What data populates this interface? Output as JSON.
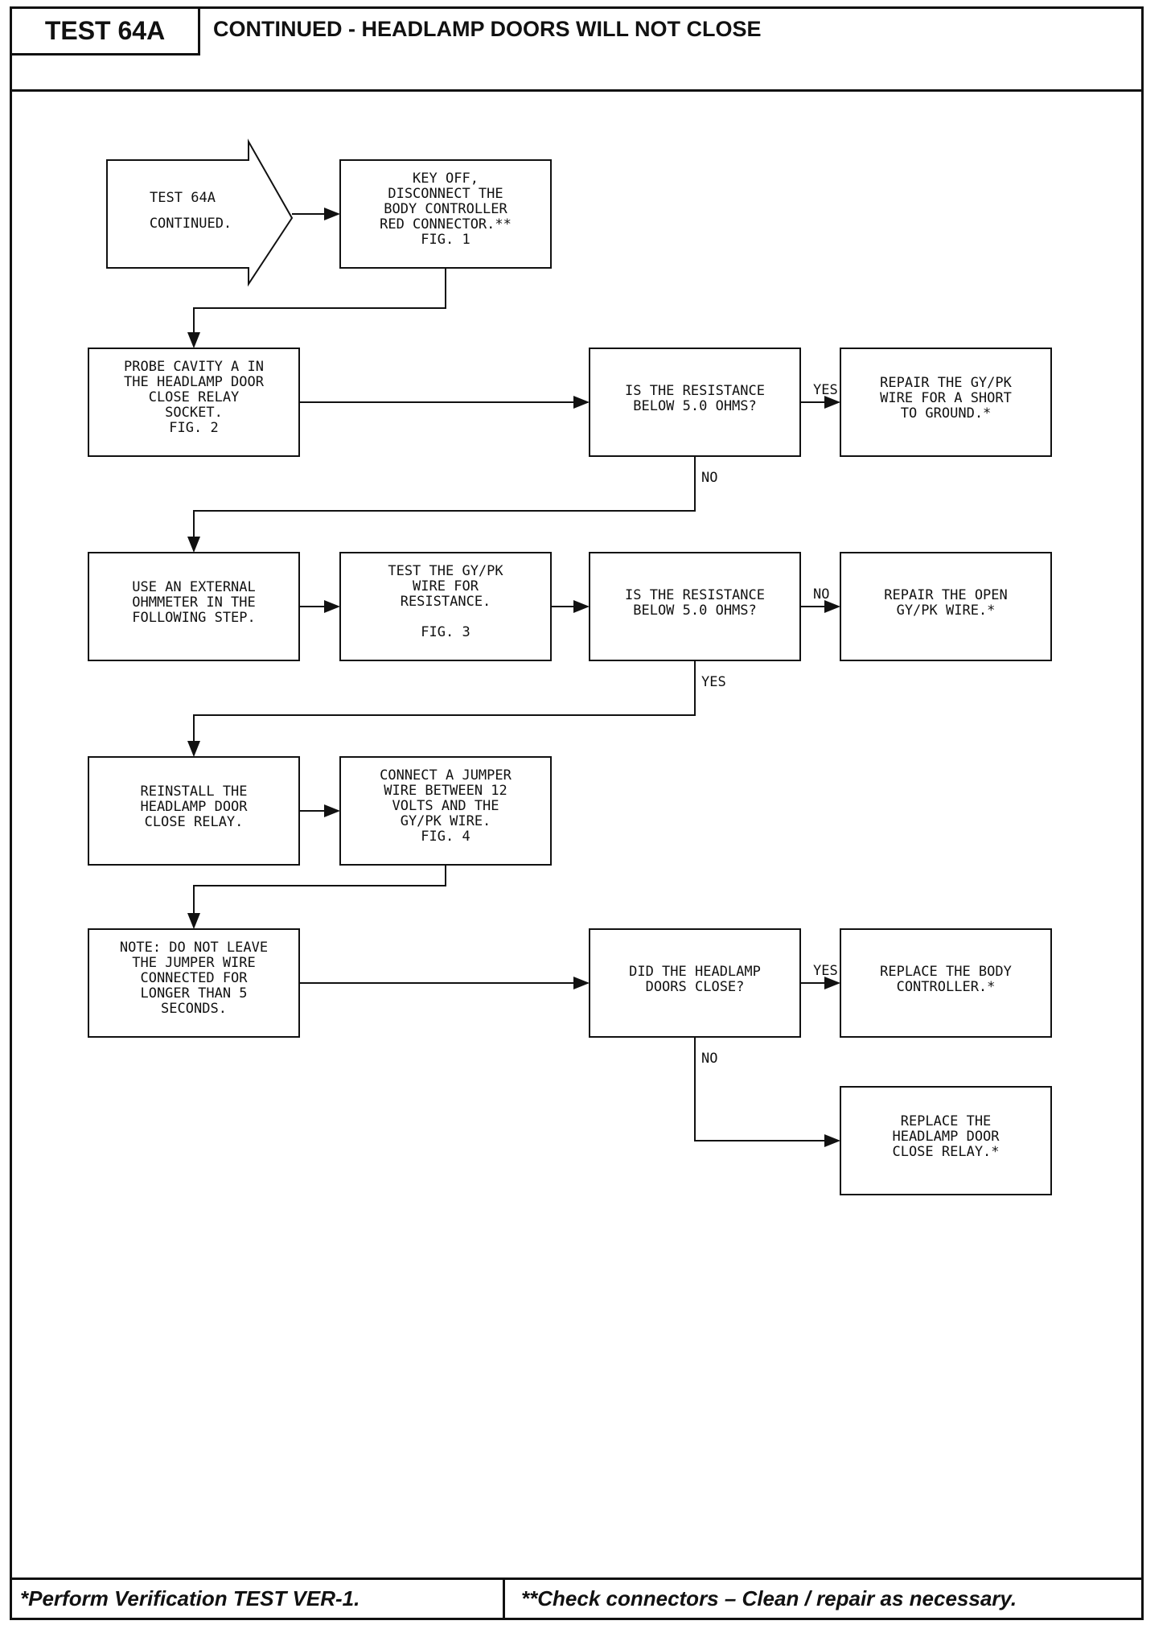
{
  "header": {
    "test_id": "TEST 64A",
    "title": "CONTINUED - HEADLAMP DOORS WILL NOT CLOSE"
  },
  "start": [
    "TEST 64A",
    "CONTINUED."
  ],
  "boxes": {
    "b1": [
      "KEY OFF,",
      "DISCONNECT THE",
      "BODY CONTROLLER",
      "RED CONNECTOR.**",
      "FIG. 1"
    ],
    "b2": [
      "PROBE CAVITY A IN",
      "THE HEADLAMP DOOR",
      "CLOSE RELAY",
      "SOCKET.",
      "FIG. 2"
    ],
    "q1": [
      "IS THE RESISTANCE",
      "BELOW 5.0 OHMS?"
    ],
    "r1": [
      "REPAIR THE GY/PK",
      "WIRE FOR A SHORT",
      "TO GROUND.*"
    ],
    "b3": [
      "USE AN EXTERNAL",
      "OHMMETER IN THE",
      "FOLLOWING STEP."
    ],
    "b4": [
      "TEST THE GY/PK",
      "WIRE FOR",
      "RESISTANCE.",
      "",
      "FIG. 3"
    ],
    "q2": [
      "IS THE RESISTANCE",
      "BELOW 5.0 OHMS?"
    ],
    "r2": [
      "REPAIR THE OPEN",
      "GY/PK WIRE.*"
    ],
    "b5": [
      "REINSTALL THE",
      "HEADLAMP DOOR",
      "CLOSE RELAY."
    ],
    "b6": [
      "CONNECT A JUMPER",
      "WIRE BETWEEN 12",
      "VOLTS AND THE",
      "GY/PK WIRE.",
      "FIG. 4"
    ],
    "b7": [
      "NOTE: DO NOT LEAVE",
      "THE JUMPER WIRE",
      "CONNECTED FOR",
      "LONGER THAN 5",
      "SECONDS."
    ],
    "q3": [
      "DID THE HEADLAMP",
      "DOORS CLOSE?"
    ],
    "r3": [
      "REPLACE THE BODY",
      "CONTROLLER.*"
    ],
    "r4": [
      "REPLACE THE",
      "HEADLAMP DOOR",
      "CLOSE RELAY.*"
    ]
  },
  "labels": {
    "q1_yes": "YES",
    "q1_no": "NO",
    "q2_no": "NO",
    "q2_yes": "YES",
    "q3_yes": "YES",
    "q3_no": "NO"
  },
  "footer": {
    "left": "*Perform Verification TEST VER-1.",
    "right": "**Check connectors – Clean / repair as necessary."
  }
}
